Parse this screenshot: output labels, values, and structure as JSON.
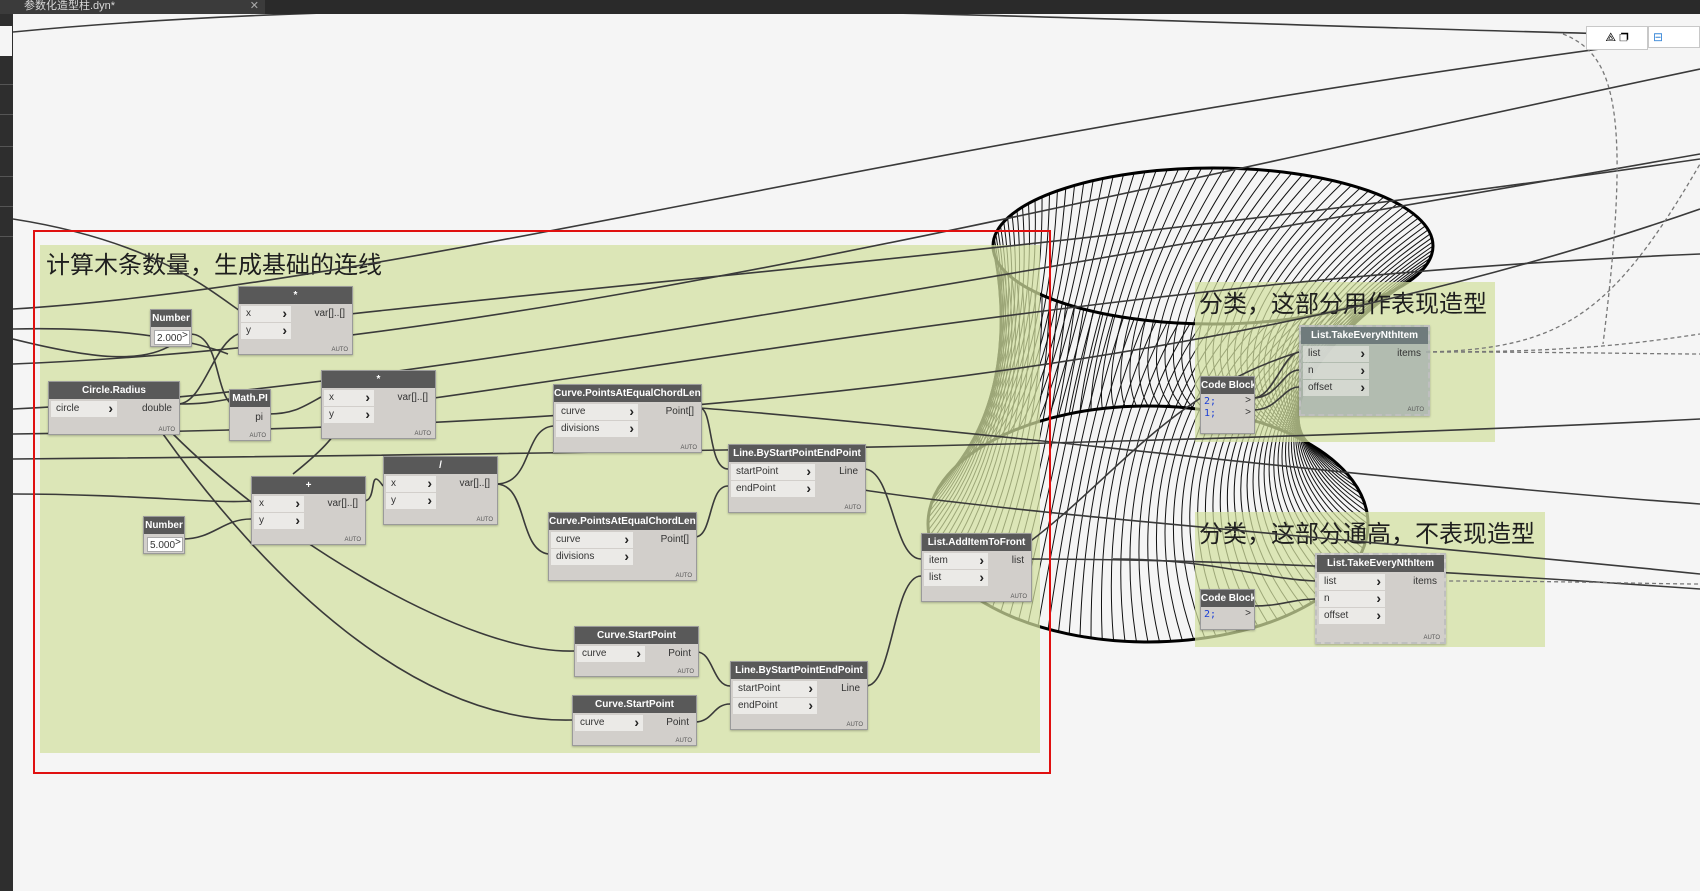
{
  "window": {
    "tab_title": "参数化造型柱.dyn*",
    "tab_close": "✕"
  },
  "view_controls": {
    "geometry_icon": "⟁ ❐",
    "graph_icon": "⊟"
  },
  "groups": [
    {
      "title": "计算木条数量，生成基础的连线"
    },
    {
      "title": "分类，这部分用作表现造型"
    },
    {
      "title": "分类，这部分通高，不表现造型"
    }
  ],
  "nodes": {
    "number_1": {
      "title": "Number",
      "value": "2.000",
      "arrow": ">"
    },
    "number_2": {
      "title": "Number",
      "value": "5.000",
      "arrow": ">"
    },
    "circle_radius": {
      "title": "Circle.Radius",
      "inputs": [
        "circle"
      ],
      "outputs": [
        "double"
      ],
      "auto": "AUTO"
    },
    "math_pi": {
      "title": "Math.PI",
      "outputs": [
        "pi"
      ],
      "auto": "AUTO"
    },
    "mul_1": {
      "title": "*",
      "inputs": [
        "x",
        "y"
      ],
      "outputs": [
        "var[]..[]"
      ],
      "auto": "AUTO"
    },
    "mul_2": {
      "title": "*",
      "inputs": [
        "x",
        "y"
      ],
      "outputs": [
        "var[]..[]"
      ],
      "auto": "AUTO"
    },
    "add": {
      "title": "+",
      "inputs": [
        "x",
        "y"
      ],
      "outputs": [
        "var[]..[]"
      ],
      "auto": "AUTO"
    },
    "div": {
      "title": "/",
      "inputs": [
        "x",
        "y"
      ],
      "outputs": [
        "var[]..[]"
      ],
      "auto": "AUTO"
    },
    "points_1": {
      "title": "Curve.PointsAtEqualChordLength",
      "inputs": [
        "curve",
        "divisions"
      ],
      "outputs": [
        "Point[]"
      ],
      "auto": "AUTO"
    },
    "points_2": {
      "title": "Curve.PointsAtEqualChordLength",
      "inputs": [
        "curve",
        "divisions"
      ],
      "outputs": [
        "Point[]"
      ],
      "auto": "AUTO"
    },
    "line_1": {
      "title": "Line.ByStartPointEndPoint",
      "inputs": [
        "startPoint",
        "endPoint"
      ],
      "outputs": [
        "Line"
      ],
      "auto": "AUTO"
    },
    "line_2": {
      "title": "Line.ByStartPointEndPoint",
      "inputs": [
        "startPoint",
        "endPoint"
      ],
      "outputs": [
        "Line"
      ],
      "auto": "AUTO"
    },
    "start_1": {
      "title": "Curve.StartPoint",
      "inputs": [
        "curve"
      ],
      "outputs": [
        "Point"
      ],
      "auto": "AUTO"
    },
    "start_2": {
      "title": "Curve.StartPoint",
      "inputs": [
        "curve"
      ],
      "outputs": [
        "Point"
      ],
      "auto": "AUTO"
    },
    "add_front": {
      "title": "List.AddItemToFront",
      "inputs": [
        "item",
        "list"
      ],
      "outputs": [
        "list"
      ],
      "auto": "AUTO"
    },
    "code_1": {
      "title": "Code Block",
      "lines": [
        "2;",
        "1;"
      ],
      "arrows": [
        ">",
        ">"
      ]
    },
    "code_2": {
      "title": "Code Block",
      "lines": [
        "2;"
      ],
      "arrows": [
        ">"
      ]
    },
    "take_1": {
      "title": "List.TakeEveryNthItem",
      "inputs": [
        "list",
        "n",
        "offset"
      ],
      "outputs": [
        "items"
      ],
      "auto": "AUTO"
    },
    "take_2": {
      "title": "List.TakeEveryNthItem",
      "inputs": [
        "list",
        "n",
        "offset"
      ],
      "outputs": [
        "items"
      ],
      "auto": "AUTO"
    }
  },
  "colors": {
    "group_fill": "#d2e1a0",
    "node_header": "#595959",
    "node_body": "#d2cfcb",
    "highlight_box": "#e01010",
    "wire": "#333333"
  }
}
